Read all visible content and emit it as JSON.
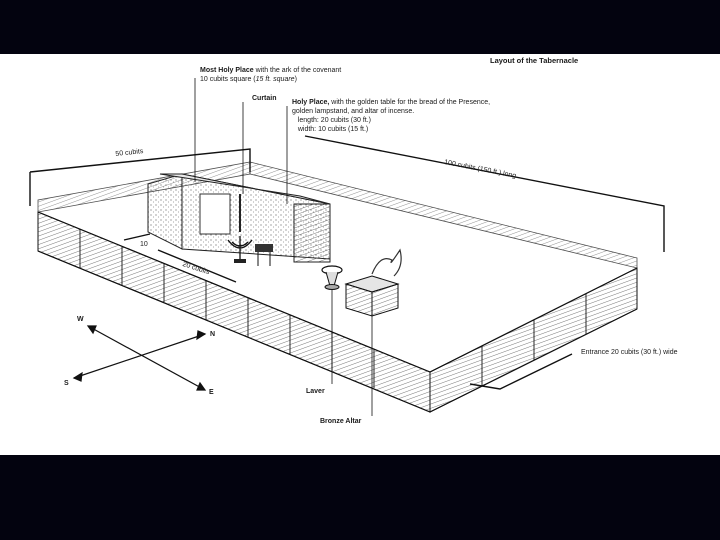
{
  "diagram": {
    "title": "Layout of the Tabernacle",
    "most_holy": {
      "name": "Most Holy Place",
      "desc": " with the ark of the covenant",
      "size_a": "10 cubits square (",
      "size_b": "15 ft. square",
      "size_c": ")"
    },
    "curtain": "Curtain",
    "holy_place": {
      "name": "Holy Place,",
      "desc": " with the golden table for the bread of the Presence,",
      "desc2": "golden lampstand, and altar of incense.",
      "length": "length: 20 cubits (30 ft.)",
      "width": "width: 10 cubits (15 ft.)"
    },
    "dims": {
      "fifty": "50 cubits",
      "hundred": "100 cubits (150 ft.) long",
      "ten": "10",
      "twenty": "20 cubits",
      "entrance": "Entrance 20 cubits (30 ft.) wide"
    },
    "laver": "Laver",
    "altar": "Bronze Altar",
    "compass": {
      "w": "W",
      "n": "N",
      "s": "S",
      "e": "E"
    }
  }
}
